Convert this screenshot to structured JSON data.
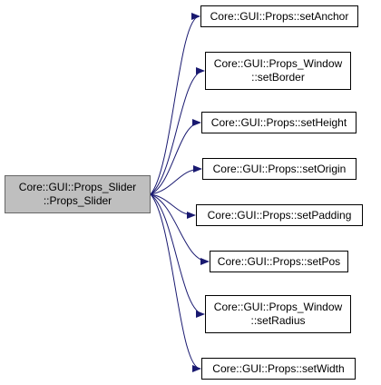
{
  "diagram": {
    "edge_color": "#191970",
    "source_fill": "#bfbfbf",
    "source": {
      "line1": "Core::GUI::Props_Slider",
      "line2": "::Props_Slider"
    },
    "targets": [
      {
        "id": "set-anchor",
        "line1": "Core::GUI::Props::setAnchor"
      },
      {
        "id": "set-border",
        "line1": "Core::GUI::Props_Window",
        "line2": "::setBorder"
      },
      {
        "id": "set-height",
        "line1": "Core::GUI::Props::setHeight"
      },
      {
        "id": "set-origin",
        "line1": "Core::GUI::Props::setOrigin"
      },
      {
        "id": "set-padding",
        "line1": "Core::GUI::Props::setPadding"
      },
      {
        "id": "set-pos",
        "line1": "Core::GUI::Props::setPos"
      },
      {
        "id": "set-radius",
        "line1": "Core::GUI::Props_Window",
        "line2": "::setRadius"
      },
      {
        "id": "set-width",
        "line1": "Core::GUI::Props::setWidth"
      }
    ]
  }
}
